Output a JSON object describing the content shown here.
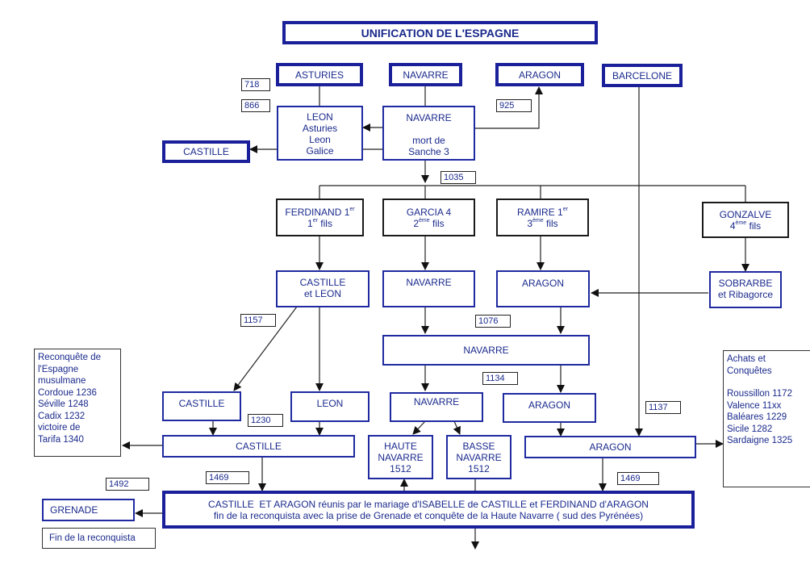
{
  "title": "UNIFICATION DE L'ESPAGNE",
  "kingdoms_top": {
    "asturies": "ASTURIES",
    "navarre": "NAVARRE",
    "aragon": "ARAGON",
    "barcelone": "BARCELONE"
  },
  "leon_box": {
    "line1": "LEON",
    "line2": "Asturies",
    "line3": "Leon",
    "line4": "Galice"
  },
  "navarre_box": {
    "line1": "NAVARRE",
    "line2": "mort de",
    "line3": "Sanche 3"
  },
  "castille_top": "CASTILLE",
  "sons": [
    {
      "name": "FERDINAND 1",
      "name_sup": "er",
      "rank": "1",
      "rank_sup": "er",
      "suffix": " fils"
    },
    {
      "name": "GARCIA 4",
      "name_sup": "",
      "rank": "2",
      "rank_sup": "ème",
      "suffix": " fils"
    },
    {
      "name": "RAMIRE 1",
      "name_sup": "er",
      "rank": "3",
      "rank_sup": "ème",
      "suffix": " fils"
    },
    {
      "name": "GONZALVE",
      "name_sup": "",
      "rank": "4",
      "rank_sup": "ème",
      "suffix": " fils"
    }
  ],
  "level3": {
    "castille_leon": {
      "line1": "CASTILLE",
      "line2": "et LEON"
    },
    "navarre": "NAVARRE",
    "aragon": "ARAGON",
    "sobrarbe": {
      "line1": "SOBRARBE",
      "line2": "et Ribagorce"
    }
  },
  "navarre_united": "NAVARRE",
  "level5": {
    "castille": "CASTILLE",
    "leon": "LEON",
    "navarre": "NAVARRE",
    "aragon": "ARAGON"
  },
  "level6": {
    "castille": "CASTILLE",
    "haute_navarre": {
      "line1": "HAUTE",
      "line2": "NAVARRE",
      "line3": "1512"
    },
    "basse_navarre": {
      "line1": "BASSE",
      "line2": "NAVARRE",
      "line3": "1512"
    },
    "aragon": "ARAGON"
  },
  "union_box": {
    "line1": "CASTILLE  ET ARAGON réunis par le mariage d'ISABELLE de CASTILLE et FERDINAND d'ARAGON",
    "line2": "fin de la reconquista avec la prise de Grenade et conquête de la Haute Navarre ( sud des Pyrénées)"
  },
  "grenade": "GRENADE",
  "fin_reconquista": "Fin de la reconquista",
  "reconquete_note": [
    "Reconquête de",
    "l'Espagne",
    "musulmane",
    "Cordoue 1236",
    "Séville  1248",
    "Cadix 1232",
    "victoire de",
    "Tarifa 1340"
  ],
  "achats_note": [
    "Achats et",
    "Conquêtes",
    "",
    "Roussillon 1172",
    "Valence 11xx",
    "Baléares 1229",
    "Sicile 1282",
    "Sardaigne 1325"
  ],
  "dates": {
    "d718": "718",
    "d866": "866",
    "d925": "925",
    "d1035": "1035",
    "d1157": "1157",
    "d1076": "1076",
    "d1134": "1134",
    "d1137": "1137",
    "d1230": "1230",
    "d1469_left": "1469",
    "d1469_right": "1469",
    "d1492": "1492"
  },
  "colors": {
    "box_border": "#1f2aa0",
    "text": "#1a2a8c",
    "lines": "#222222"
  }
}
